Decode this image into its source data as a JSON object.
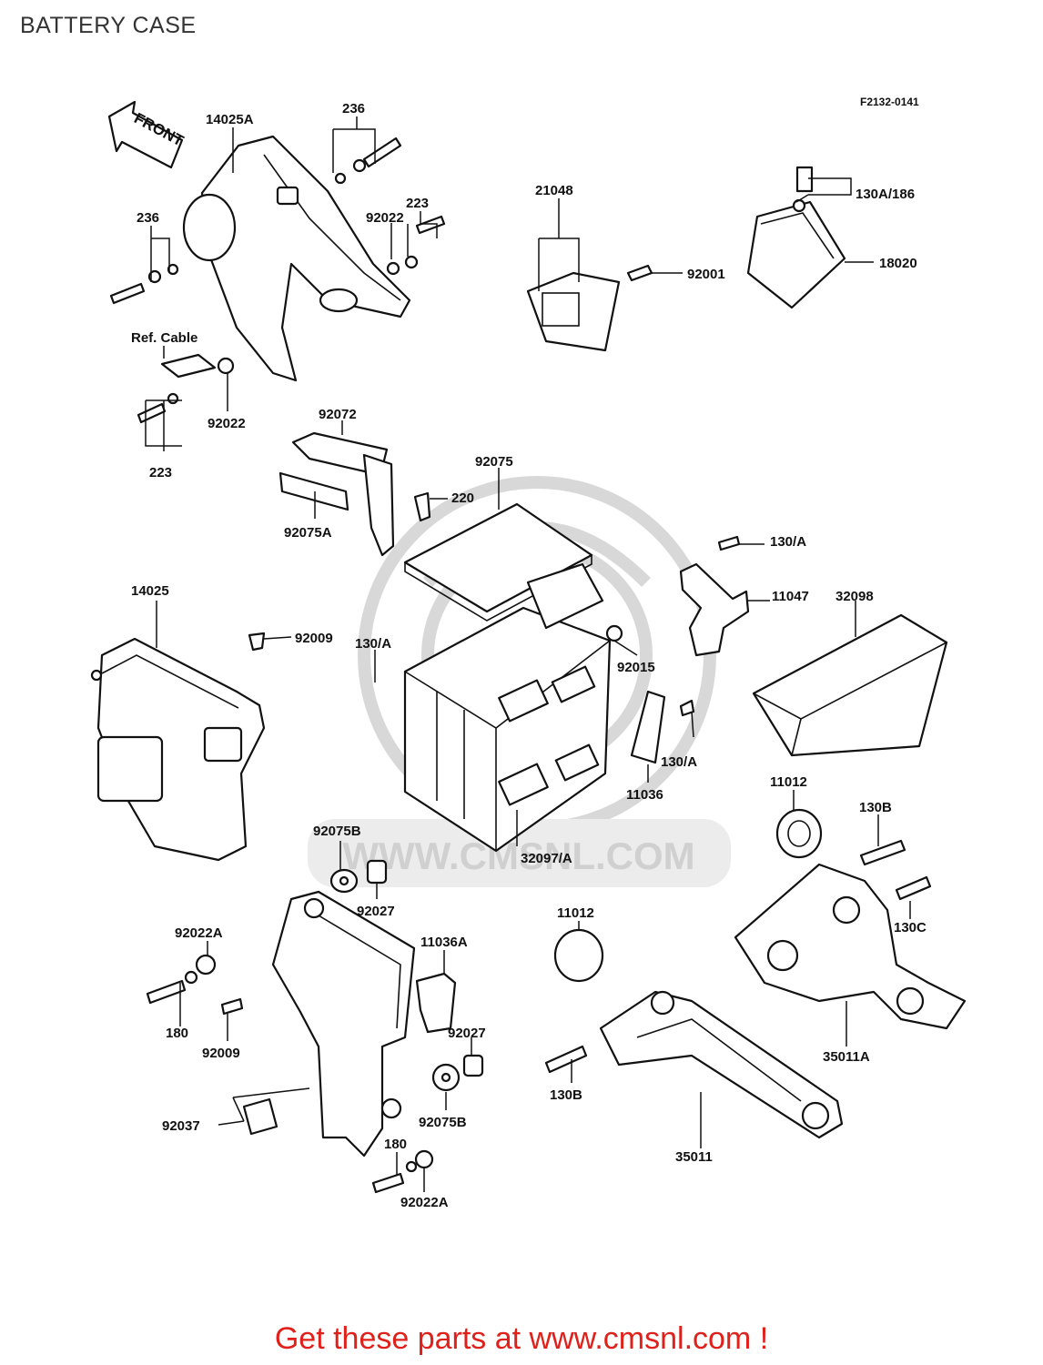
{
  "page": {
    "title": "BATTERY CASE",
    "figure_code": "F2132-0141",
    "front_arrow_text": "FRONT",
    "watermark_text": "WWW.CMSNL.COM",
    "call_to_action": "Get these parts at www.cmsnl.com !"
  },
  "labels": {
    "p14025A": "14025A",
    "p236a": "236",
    "p236b": "236",
    "p223a": "223",
    "p92022a": "92022",
    "refCable": "Ref. Cable",
    "p92022b": "92022",
    "p223b": "223",
    "p21048": "21048",
    "p92001": "92001",
    "p130A186": "130A/186",
    "p18020": "18020",
    "p92072": "92072",
    "p92075": "92075",
    "p220": "220",
    "p92075A": "92075A",
    "p130A_1": "130/A",
    "p11047": "11047",
    "p32098": "32098",
    "p14025": "14025",
    "p92009a": "92009",
    "p130A_2": "130/A",
    "p92015": "92015",
    "p130A_3": "130/A",
    "p11036": "11036",
    "p11012a": "11012",
    "p130Ba": "130B",
    "p92075B_a": "92075B",
    "p32097A": "32097/A",
    "p92027a": "92027",
    "p130C": "130C",
    "p11012b": "11012",
    "p92022A_a": "92022A",
    "p11036A": "11036A",
    "p180a": "180",
    "p92009b": "92009",
    "p92027b": "92027",
    "p35011A": "35011A",
    "p130Bb": "130B",
    "p92037": "92037",
    "p92075B_b": "92075B",
    "p180b": "180",
    "p92022A_b": "92022A",
    "p35011": "35011"
  }
}
